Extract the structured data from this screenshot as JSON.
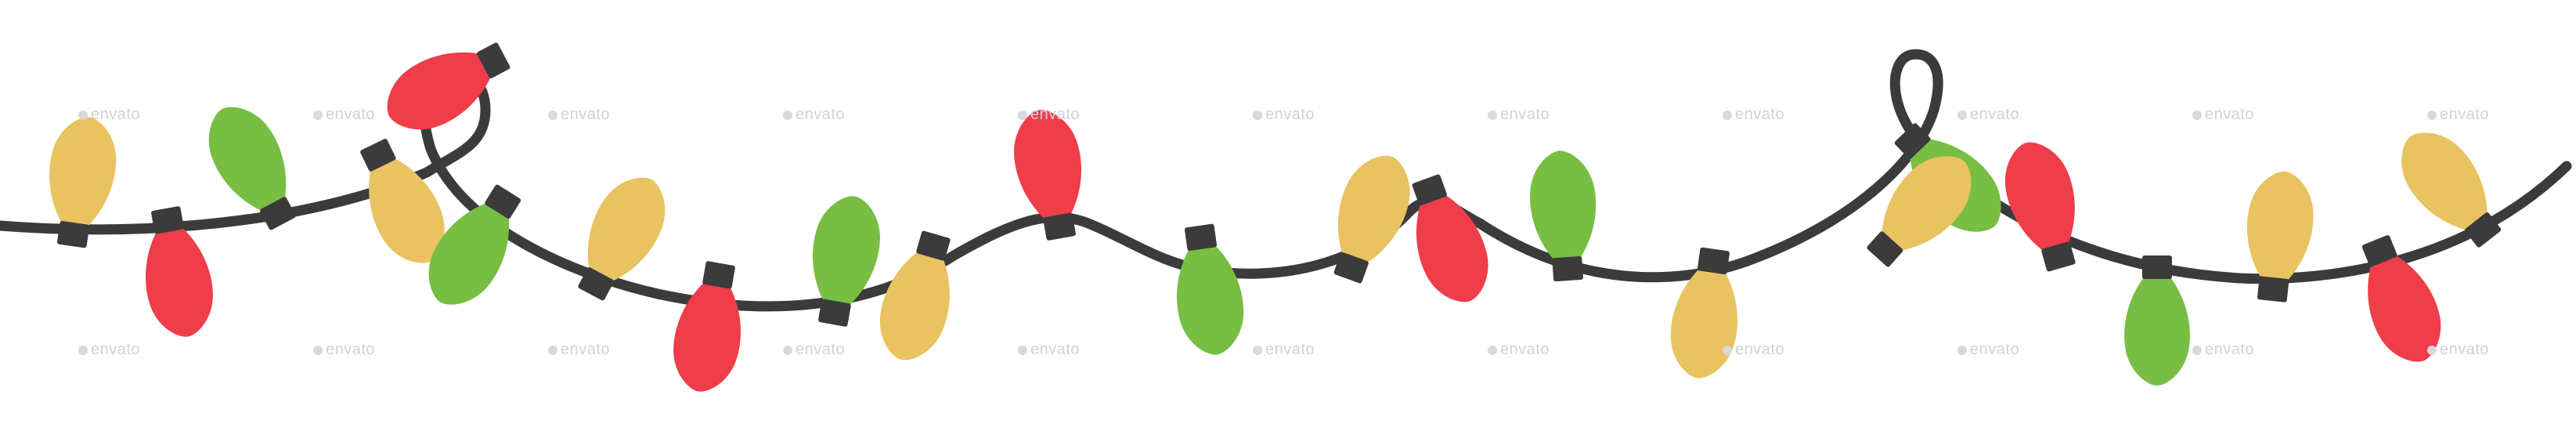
{
  "palette": {
    "wire": "#3b3b3b",
    "socket": "#3b3b3b",
    "background": "#ffffff",
    "watermark": "#d2d2d2"
  },
  "bulb_colors": {
    "red": "#ef3d4a",
    "yellow": "#e9c261",
    "green": "#77be43"
  },
  "watermark": {
    "text": "envato"
  },
  "bulbs": [
    {
      "name": "bulb-1",
      "color": "yellow"
    },
    {
      "name": "bulb-2",
      "color": "red"
    },
    {
      "name": "bulb-3",
      "color": "green"
    },
    {
      "name": "bulb-4",
      "color": "yellow"
    },
    {
      "name": "bulb-5",
      "color": "red"
    },
    {
      "name": "bulb-6",
      "color": "green"
    },
    {
      "name": "bulb-7",
      "color": "yellow"
    },
    {
      "name": "bulb-8",
      "color": "red"
    },
    {
      "name": "bulb-9",
      "color": "green"
    },
    {
      "name": "bulb-10",
      "color": "yellow"
    },
    {
      "name": "bulb-11",
      "color": "red"
    },
    {
      "name": "bulb-12",
      "color": "green"
    },
    {
      "name": "bulb-13",
      "color": "yellow"
    },
    {
      "name": "bulb-14",
      "color": "red"
    },
    {
      "name": "bulb-15",
      "color": "green"
    },
    {
      "name": "bulb-16",
      "color": "yellow"
    },
    {
      "name": "bulb-17",
      "color": "green"
    },
    {
      "name": "bulb-18",
      "color": "yellow"
    },
    {
      "name": "bulb-19",
      "color": "red"
    },
    {
      "name": "bulb-20",
      "color": "green"
    },
    {
      "name": "bulb-21",
      "color": "yellow"
    },
    {
      "name": "bulb-22",
      "color": "red"
    },
    {
      "name": "bulb-23",
      "color": "yellow"
    },
    {
      "name": "bulb-24",
      "color": "green"
    },
    {
      "name": "bulb-25",
      "color": "red"
    }
  ]
}
